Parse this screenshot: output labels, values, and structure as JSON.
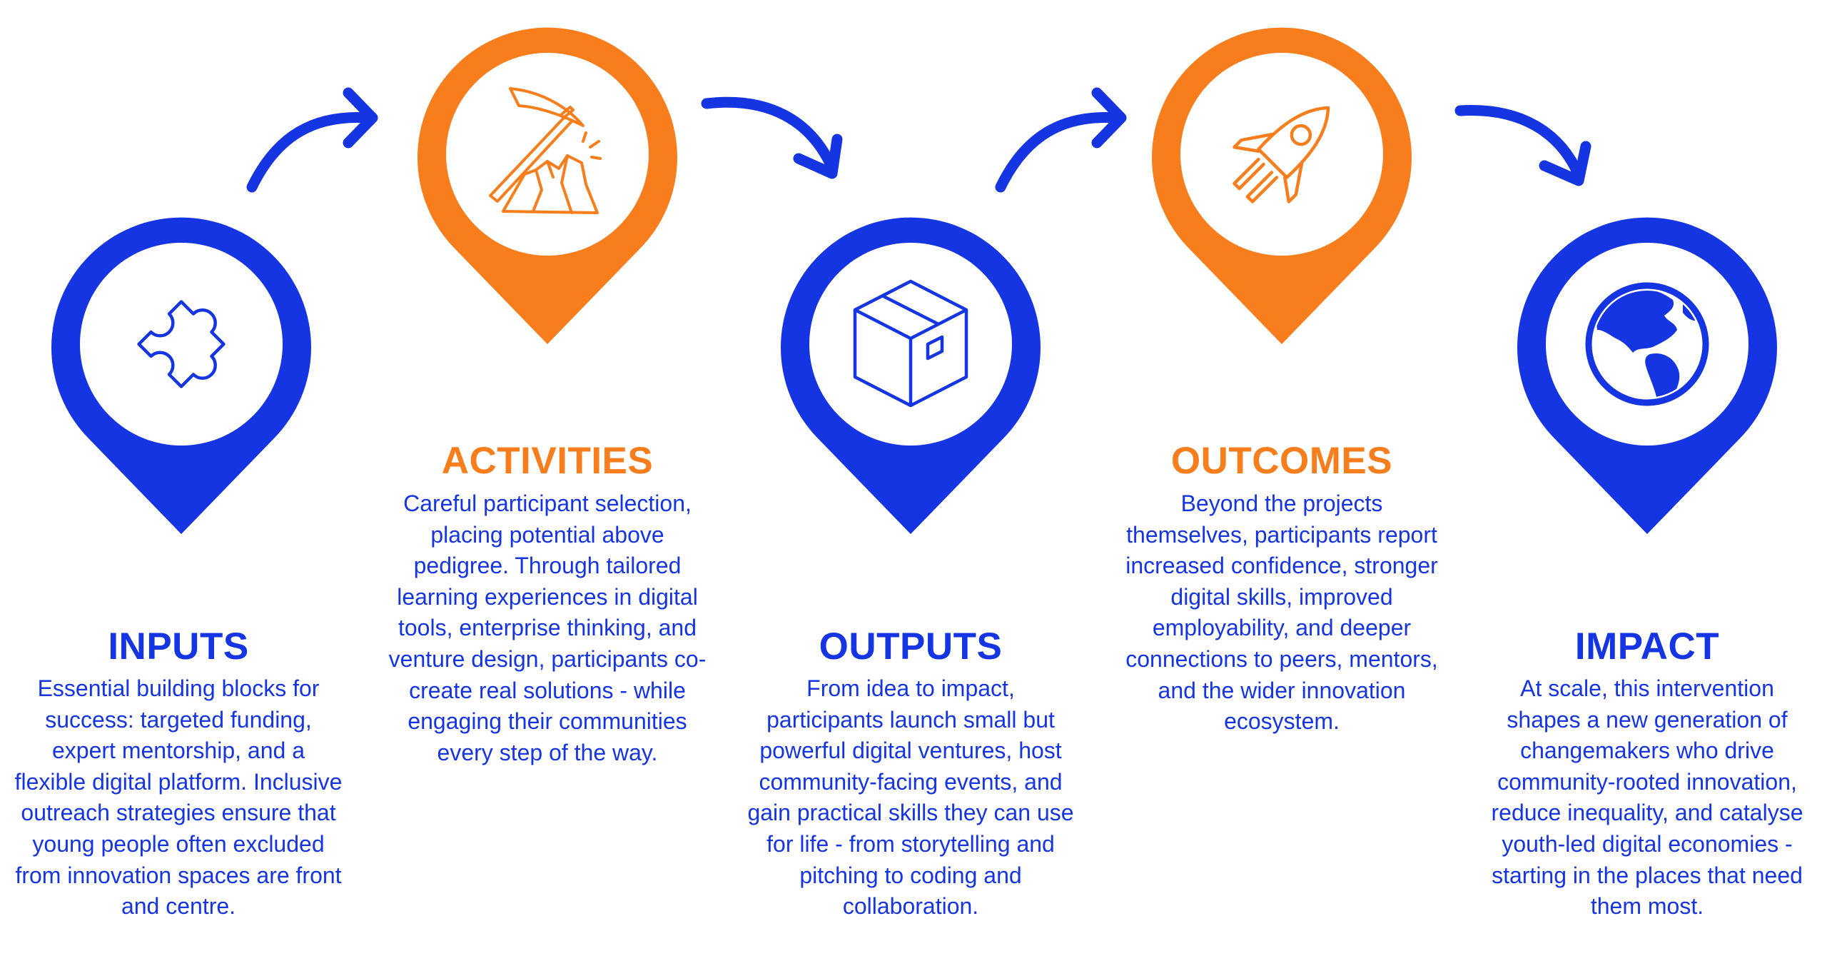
{
  "colors": {
    "blue": "#1535e2",
    "orange": "#f87d1c",
    "background": "#ffffff"
  },
  "stages": [
    {
      "title": "INPUTS",
      "icon": "puzzle-piece-icon",
      "color": "blue",
      "description": "Essential building blocks for success: targeted funding, expert mentorship, and a flexible digital platform. Inclusive outreach strategies ensure that young people often excluded from innovation spaces are front and centre."
    },
    {
      "title": "ACTIVITIES",
      "icon": "pickaxe-icon",
      "color": "orange",
      "description": "Careful participant selection, placing potential above pedigree. Through tailored learning experiences in digital tools, enterprise thinking, and venture design, participants co-create real solutions - while engaging their communities every step of the way."
    },
    {
      "title": "OUTPUTS",
      "icon": "box-icon",
      "color": "blue",
      "description": "From idea to impact, participants launch small but powerful digital ventures, host community-facing events, and gain practical skills they can use for life - from storytelling and pitching to coding and collaboration."
    },
    {
      "title": "OUTCOMES",
      "icon": "rocket-icon",
      "color": "orange",
      "description": "Beyond the projects themselves, participants report increased confidence, stronger digital skills, improved employability, and deeper connections to peers, mentors, and the wider innovation ecosystem."
    },
    {
      "title": "IMPACT",
      "icon": "globe-icon",
      "color": "blue",
      "description": "At scale, this intervention shapes a new generation of changemakers who drive community-rooted innovation, reduce inequality, and catalyse youth-led digital economies - starting in the places that need them most."
    }
  ],
  "arrows": [
    "arrow-icon",
    "arrow-icon",
    "arrow-icon",
    "arrow-icon"
  ]
}
